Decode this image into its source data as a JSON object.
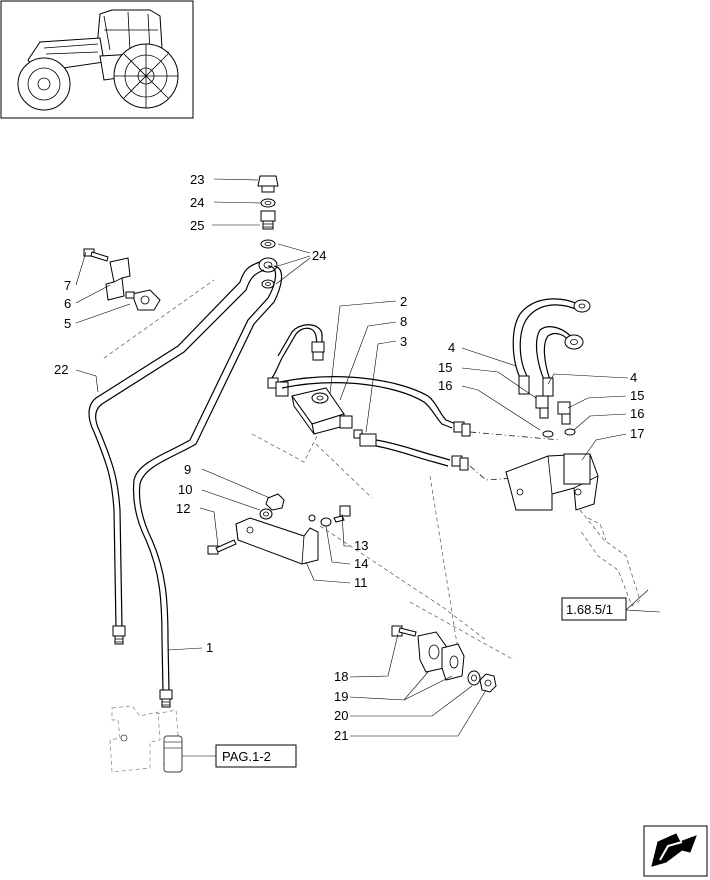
{
  "callouts": {
    "n1": "1",
    "n2": "2",
    "n3": "3",
    "n4a": "4",
    "n4b": "4",
    "n5": "5",
    "n6": "6",
    "n7": "7",
    "n8": "8",
    "n9": "9",
    "n10": "10",
    "n11": "11",
    "n12": "12",
    "n13": "13",
    "n14": "14",
    "n15a": "15",
    "n15b": "15",
    "n16a": "16",
    "n16b": "16",
    "n17": "17",
    "n18": "18",
    "n19": "19",
    "n20": "20",
    "n21": "21",
    "n22": "22",
    "n23": "23",
    "n24a": "24",
    "n24b": "24",
    "n25": "25"
  },
  "references": {
    "ref_page": "1.68.5/1",
    "pag": "PAG.1-2"
  }
}
